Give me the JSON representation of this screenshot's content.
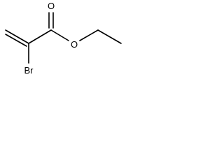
{
  "molecule": {
    "atoms": {
      "carbonyl_oxygen": "O",
      "ester_oxygen": "O",
      "bromine": "Br"
    },
    "bonds": [
      {
        "id": "vinyl-double",
        "order": 2
      },
      {
        "id": "alpha-to-carbonyl",
        "order": 1
      },
      {
        "id": "carbonyl-double",
        "order": 2
      },
      {
        "id": "carbonyl-to-ester-oxygen",
        "order": 1
      },
      {
        "id": "ester-oxygen-to-methylene",
        "order": 1
      },
      {
        "id": "methylene-to-methyl",
        "order": 1
      },
      {
        "id": "alpha-to-bromine",
        "order": 1
      }
    ]
  }
}
